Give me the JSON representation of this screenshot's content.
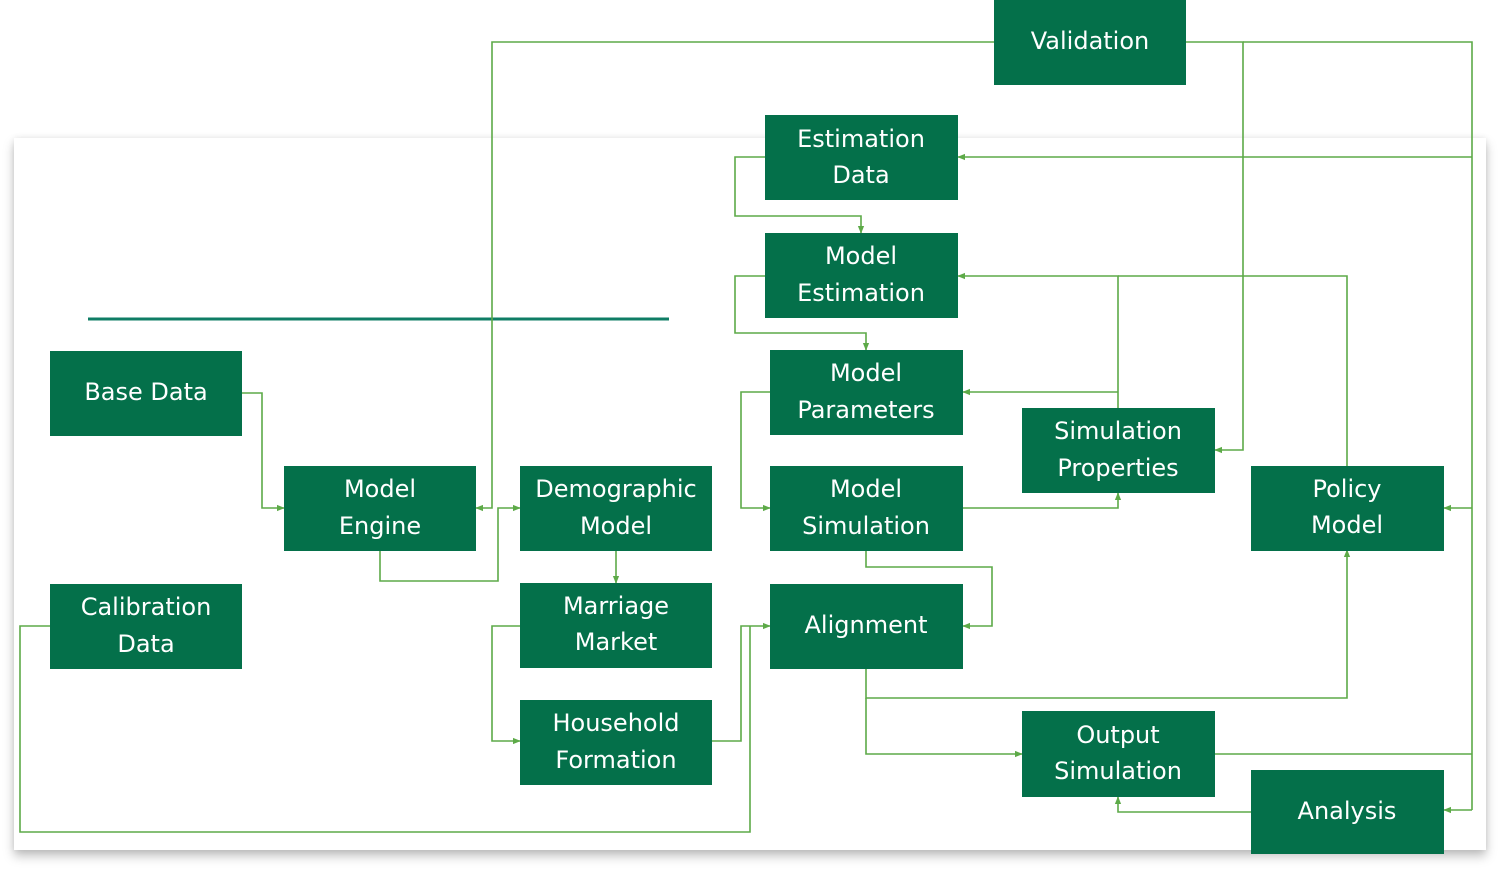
{
  "colors": {
    "node_fill": "#04704a",
    "node_text": "#ffffff",
    "edge": "#5daa48",
    "divider": "#0f7d65"
  },
  "nodes": {
    "validation": {
      "lines": [
        "Validation"
      ]
    },
    "estimation_data": {
      "lines": [
        "Estimation",
        "Data"
      ]
    },
    "model_estimation": {
      "lines": [
        "Model",
        "Estimation"
      ]
    },
    "model_parameters": {
      "lines": [
        "Model",
        "Parameters"
      ]
    },
    "simulation_properties": {
      "lines": [
        "Simulation",
        "Properties"
      ]
    },
    "base_data": {
      "lines": [
        "Base Data"
      ]
    },
    "model_engine": {
      "lines": [
        "Model",
        "Engine"
      ]
    },
    "demographic_model": {
      "lines": [
        "Demographic",
        "Model"
      ]
    },
    "model_simulation": {
      "lines": [
        "Model",
        "Simulation"
      ]
    },
    "policy_model": {
      "lines": [
        "Policy",
        "Model"
      ]
    },
    "calibration_data": {
      "lines": [
        "Calibration",
        "Data"
      ]
    },
    "marriage_market": {
      "lines": [
        "Marriage",
        "Market"
      ]
    },
    "alignment": {
      "lines": [
        "Alignment"
      ]
    },
    "household_formation": {
      "lines": [
        "Household",
        "Formation"
      ]
    },
    "output_simulation": {
      "lines": [
        "Output",
        "Simulation"
      ]
    },
    "analysis": {
      "lines": [
        "Analysis"
      ]
    }
  }
}
